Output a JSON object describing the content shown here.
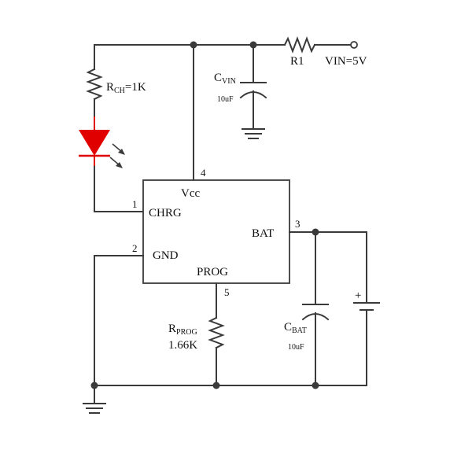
{
  "ic": {
    "vcc": "Vcc",
    "chrg": "CHRG",
    "gnd": "GND",
    "bat": "BAT",
    "prog": "PROG",
    "pins": {
      "p4": "4",
      "p1": "1",
      "p2": "2",
      "p3": "3",
      "p5": "5"
    }
  },
  "components": {
    "r1": {
      "label": "R1"
    },
    "vin": {
      "label": "VIN=5V"
    },
    "cvin": {
      "main": "C",
      "sub": "VIN",
      "value": "10uF"
    },
    "rch": {
      "main": "R",
      "sub": "CH",
      "value": "=1K"
    },
    "rprog": {
      "main": "R",
      "sub": "PROG",
      "value": "1.66K"
    },
    "cbat": {
      "main": "C",
      "sub": "BAT",
      "value": "10uF"
    },
    "battery": {
      "plus": "+"
    }
  },
  "colors": {
    "wire": "#3a3a3a",
    "led": "#e00000",
    "text": "#111111"
  },
  "icons": [
    "led-icon",
    "ground-icon",
    "resistor-icon",
    "capacitor-icon",
    "battery-icon"
  ]
}
